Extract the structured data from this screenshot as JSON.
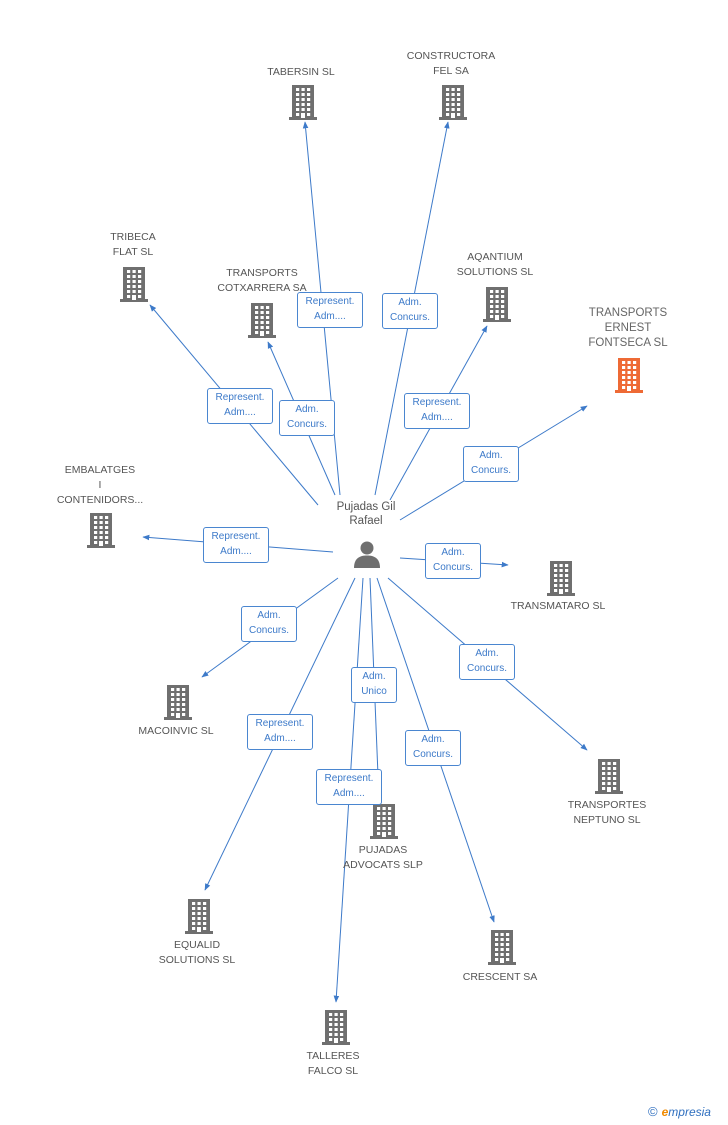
{
  "person": {
    "lines": [
      "Pujadas Gil",
      "Rafael"
    ]
  },
  "companies": [
    {
      "id": "tabersin",
      "lines": [
        "TABERSIN SL"
      ],
      "highlight": false
    },
    {
      "id": "constructora-fel",
      "lines": [
        "CONSTRUCTORA",
        "FEL SA"
      ],
      "highlight": false
    },
    {
      "id": "tribeca",
      "lines": [
        "TRIBECA",
        "FLAT SL"
      ],
      "highlight": false
    },
    {
      "id": "transports-cotxarrera",
      "lines": [
        "TRANSPORTS",
        "COTXARRERA SA"
      ],
      "highlight": false
    },
    {
      "id": "aqantium",
      "lines": [
        "AQANTIUM",
        "SOLUTIONS  SL"
      ],
      "highlight": false
    },
    {
      "id": "transports-ernest",
      "lines": [
        "TRANSPORTS",
        "ERNEST",
        "FONTSECA SL"
      ],
      "highlight": true
    },
    {
      "id": "embalatges",
      "lines": [
        "EMBALATGES",
        "I",
        "CONTENIDORS..."
      ],
      "highlight": false
    },
    {
      "id": "transmataro",
      "lines": [
        "TRANSMATARO SL"
      ],
      "highlight": false
    },
    {
      "id": "macoinvic",
      "lines": [
        "MACOINVIC SL"
      ],
      "highlight": false
    },
    {
      "id": "transportes-neptuno",
      "lines": [
        "TRANSPORTES",
        "NEPTUNO SL"
      ],
      "highlight": false
    },
    {
      "id": "pujadas-advocats",
      "lines": [
        "PUJADAS",
        "ADVOCATS SLP"
      ],
      "highlight": false
    },
    {
      "id": "equalid",
      "lines": [
        "EQUALID",
        "SOLUTIONS SL"
      ],
      "highlight": false
    },
    {
      "id": "crescent",
      "lines": [
        "CRESCENT SA"
      ],
      "highlight": false
    },
    {
      "id": "talleres-falco",
      "lines": [
        "TALLERES",
        "FALCO SL"
      ],
      "highlight": false
    }
  ],
  "roles": [
    {
      "id": "tabersin",
      "lines": [
        "Represent.",
        "Adm...."
      ]
    },
    {
      "id": "constructora-fel",
      "lines": [
        "Adm.",
        "Concurs."
      ]
    },
    {
      "id": "tribeca",
      "lines": [
        "Represent.",
        "Adm...."
      ]
    },
    {
      "id": "transports-cotxarrera",
      "lines": [
        "Adm.",
        "Concurs."
      ]
    },
    {
      "id": "aqantium",
      "lines": [
        "Represent.",
        "Adm...."
      ]
    },
    {
      "id": "transports-ernest",
      "lines": [
        "Adm.",
        "Concurs."
      ]
    },
    {
      "id": "embalatges",
      "lines": [
        "Represent.",
        "Adm...."
      ]
    },
    {
      "id": "transmataro",
      "lines": [
        "Adm.",
        "Concurs."
      ]
    },
    {
      "id": "macoinvic",
      "lines": [
        "Adm.",
        "Concurs."
      ]
    },
    {
      "id": "transportes-neptuno",
      "lines": [
        "Adm.",
        "Concurs."
      ]
    },
    {
      "id": "pujadas-advocats",
      "lines": [
        "Adm.",
        "Unico"
      ]
    },
    {
      "id": "equalid",
      "lines": [
        "Represent.",
        "Adm...."
      ]
    },
    {
      "id": "crescent",
      "lines": [
        "Adm.",
        "Concurs."
      ]
    },
    {
      "id": "talleres-falco",
      "lines": [
        "Represent.",
        "Adm...."
      ]
    }
  ],
  "colors": {
    "edge": "#3d7ac9",
    "building": "#6f6f6f",
    "building_highlight": "#ee6a35",
    "person": "#6f6f6f"
  },
  "footer": {
    "copyright": "©",
    "brand_initial": "e",
    "brand_rest": "mpresia"
  }
}
